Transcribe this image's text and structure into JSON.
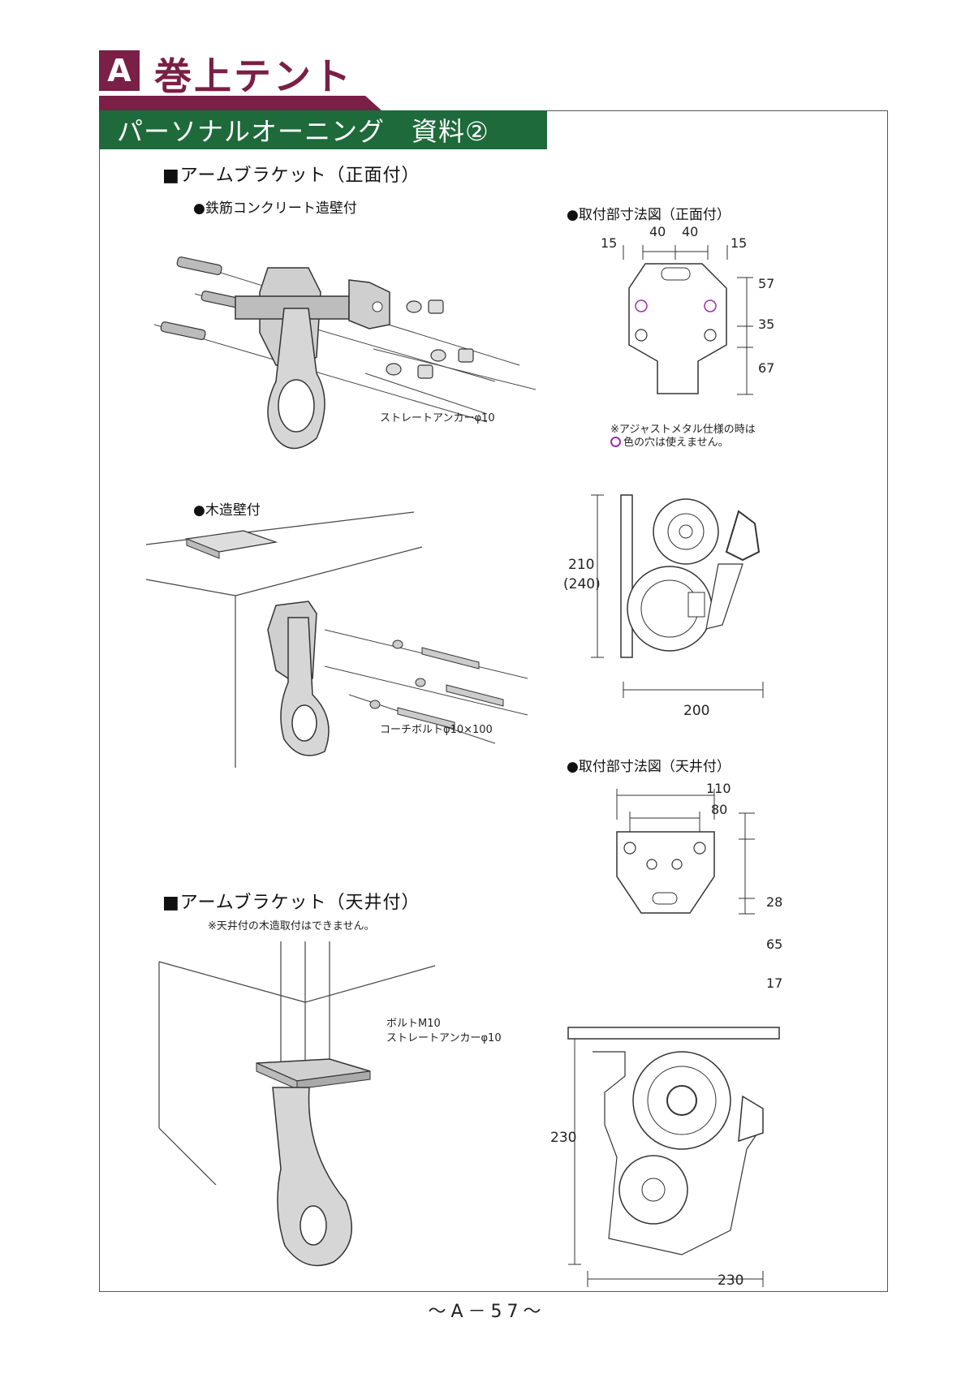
{
  "header": {
    "chapter_letter": "A",
    "chapter_title": "巻上テント",
    "banner": "パーソナルオーニング　資料②"
  },
  "front": {
    "heading": "■アームブラケット（正面付）",
    "concrete_label": "●鉄筋コンクリート造壁付",
    "concrete_caption": "ストレートアンカーφ10",
    "wood_label": "●木造壁付",
    "wood_caption": "コーチボルトφ10×100",
    "dim_title": "●取付部寸法図（正面付）",
    "dims_top": [
      "15",
      "40",
      "40",
      "15"
    ],
    "dims_right": [
      "57",
      "35",
      "67"
    ],
    "note_line1": "※アジャストメタル仕様の時は",
    "note_line2": "色の穴は使えません。",
    "side_height": "210",
    "side_height_alt": "(240)",
    "side_width": "200"
  },
  "ceiling": {
    "heading": "■アームブラケット（天井付）",
    "note": "※天井付の木造取付はできません。",
    "bolt_label": "ボルトM10",
    "anchor_label": "ストレートアンカーφ10",
    "dim_title": "●取付部寸法図（天井付）",
    "dims_top": [
      "110",
      "80"
    ],
    "dims_right": [
      "28",
      "65",
      "17"
    ],
    "side_height": "230",
    "side_width": "230"
  },
  "footer": {
    "page_number": "～A－57～"
  },
  "colors": {
    "chapter": "#7a1f45",
    "banner": "#1e6a3a",
    "hole_highlight": "#9b2fae"
  }
}
